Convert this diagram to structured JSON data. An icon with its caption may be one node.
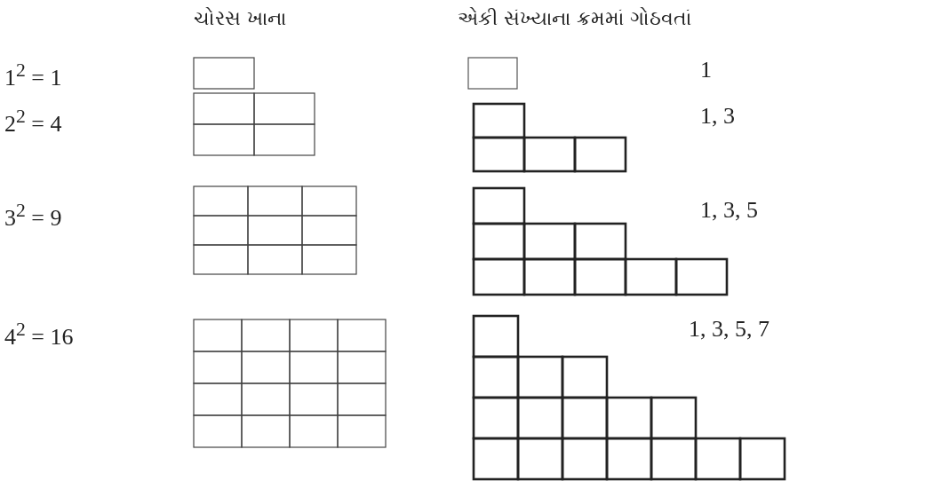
{
  "diagram": {
    "labels": [
      "ચોરસ ખાના",
      "એકી સંખ્યાના ક્રમમાં ગોઠવતાં",
      "1$^{2}$ = 1",
      "1",
      "2$^{2}$ = 4",
      "1, 3",
      "3$^{2}$ = 9",
      "1, 3, 5",
      "4$^{2}$ = 16",
      "1, 3, 5, 7"
    ]
  }
}
